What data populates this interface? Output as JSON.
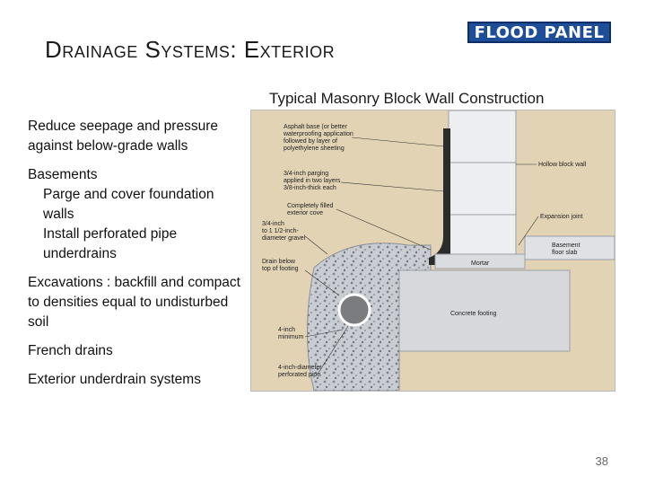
{
  "slide": {
    "title": "Drainage Systems: Exterior",
    "logo_text": "FLOOD PANEL",
    "page_number": "38"
  },
  "figure": {
    "caption": "Typical Masonry Block Wall Construction",
    "labels": {
      "asphalt_base": [
        "Asphalt base (or better",
        "waterproofing application",
        "followed by layer of",
        "polyethylene sheeting"
      ],
      "parging": [
        "3/4-inch parging",
        "applied in two layers",
        "3/8-inch-thick each"
      ],
      "filled_cove": [
        "Completely filled",
        "exterior cove"
      ],
      "gravel": [
        "3/4-inch",
        "to 1 1/2-inch-",
        "diameter gravel"
      ],
      "drain_below": [
        "Drain below",
        "top of footing"
      ],
      "four_inch_min": [
        "4-inch",
        "minimum"
      ],
      "perforated_pipe": [
        "4-inch-diameter",
        "perforated pipe"
      ],
      "hollow_block": "Hollow block wall",
      "expansion_joint": "Expansion joint",
      "basement_slab": [
        "Basement",
        "floor slab"
      ],
      "mortar": "Mortar",
      "concrete_footing": "Concrete footing"
    }
  },
  "bullets": {
    "b1": "Reduce seepage and pressure against below-grade walls",
    "b2": "Basements",
    "b2_sub1": "Parge and cover foundation walls",
    "b2_sub2": "Install perforated pipe underdrains",
    "b3": "Excavations : backfill and compact to densities equal to undisturbed soil",
    "b4": "French drains",
    "b5": "Exterior underdrain systems"
  },
  "colors": {
    "soil": "#e2d3b4",
    "gravel": "#c9cdd3",
    "footing": "#d6d8dc",
    "block": "#eceef1",
    "pipe": "#7a7c80",
    "logo": "#1f4e99"
  }
}
